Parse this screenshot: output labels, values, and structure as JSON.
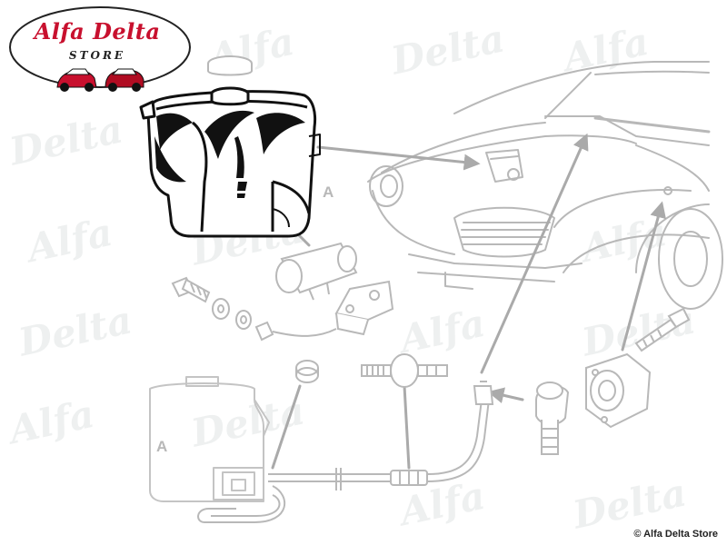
{
  "brand": {
    "name": "Alfa Delta",
    "subtitle": "STORE"
  },
  "watermark_texts": [
    "Alfa",
    "Delta",
    "Alfa",
    "Delta",
    "Alfa",
    "Delta",
    "Alfa",
    "Delta",
    "Alfa",
    "Delta",
    "Alfa",
    "Delta",
    "Alfa",
    "Delta"
  ],
  "callouts": {
    "reservoir_ref": "A",
    "assembly_ref": "A"
  },
  "copyright": "© Alfa Delta Store",
  "colors": {
    "brand_red": "#c8102e",
    "line_gray": "#b8b8b8",
    "ink": "#111111",
    "watermark": "#eef0f0"
  }
}
